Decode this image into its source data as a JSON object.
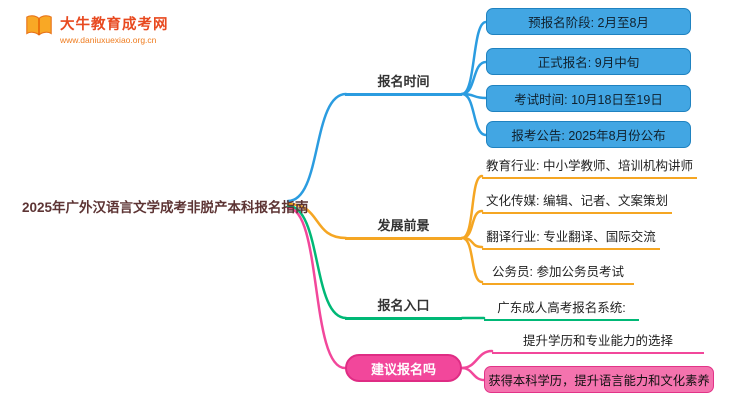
{
  "logo": {
    "title": "大牛教育成考网",
    "url": "www.daniuxuexiao.org.cn"
  },
  "central": {
    "title": "2025年广外汉语言文学成考非脱产本科报名指南"
  },
  "colors": {
    "blue": "#2b9ce0",
    "orange": "#f5a623",
    "green": "#00b876",
    "pink": "#f2479b",
    "central_text": "#5d3434",
    "logo_text": "#e8491f"
  },
  "branches": [
    {
      "label": "报名时间",
      "color": "#2b9ce0",
      "children": [
        "预报名阶段: 2月至8月",
        "正式报名: 9月中旬",
        "考试时间: 10月18日至19日",
        "报考公告: 2025年8月份公布"
      ]
    },
    {
      "label": "发展前景",
      "color": "#f5a623",
      "children": [
        "教育行业: 中小学教师、培训机构讲师",
        "文化传媒: 编辑、记者、文案策划",
        "翻译行业: 专业翻译、国际交流",
        "公务员: 参加公务员考试"
      ]
    },
    {
      "label": "报名入口",
      "color": "#00b876",
      "children": [
        "广东成人高考报名系统:"
      ]
    },
    {
      "label": "建议报名吗",
      "color": "#f2479b",
      "children": [
        "提升学历和专业能力的选择",
        "获得本科学历，提升语言能力和文化素养"
      ]
    }
  ]
}
